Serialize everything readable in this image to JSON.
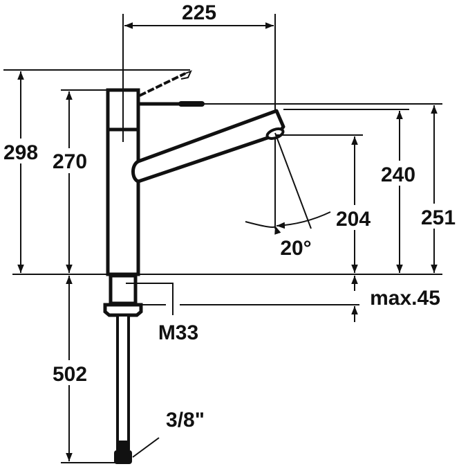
{
  "drawing": {
    "title": "Kitchen faucet dimension drawing",
    "dimensions": {
      "spout_reach": "225",
      "total_height": "298",
      "body_height": "270",
      "spout_height": "240",
      "outlet_height": "251",
      "clearance_height": "204",
      "swivel_angle": "20°",
      "max_counter_thickness": "max.45",
      "thread": "M33",
      "hose_length": "502",
      "connection": "3/8\""
    },
    "colors": {
      "line": "#111111",
      "background": "#ffffff"
    }
  }
}
